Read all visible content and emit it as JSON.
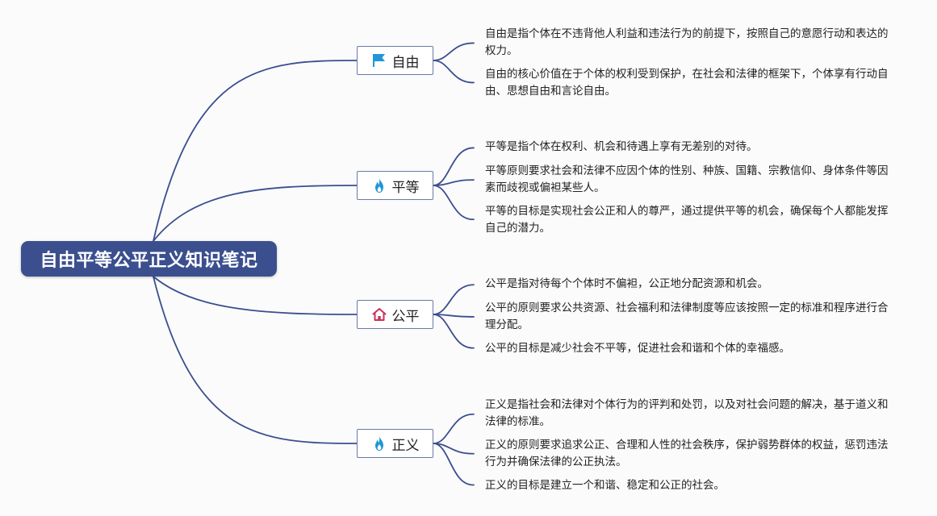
{
  "root": {
    "title": "自由平等公平正义知识笔记"
  },
  "colors": {
    "root_fill": "#3b4f8f",
    "link_stroke": "#3b4f8f",
    "branch_border": "#6b7aa8",
    "flag_icon": "#2196d8",
    "flame_icon": "#2196d8",
    "house_icon": "#c8325a"
  },
  "branches": [
    {
      "label": "自由",
      "icon": "flag-icon",
      "notes": [
        "自由是指个体在不违背他人利益和违法行为的前提下，按照自己的意愿行动和表达的权力。",
        "自由的核心价值在于个体的权利受到保护，在社会和法律的框架下，个体享有行动自由、思想自由和言论自由。"
      ]
    },
    {
      "label": "平等",
      "icon": "flame-icon",
      "notes": [
        "平等是指个体在权利、机会和待遇上享有无差别的对待。",
        "平等原则要求社会和法律不应因个体的性别、种族、国籍、宗教信仰、身体条件等因素而歧视或偏袒某些人。",
        "平等的目标是实现社会公正和人的尊严，通过提供平等的机会，确保每个人都能发挥自己的潜力。"
      ]
    },
    {
      "label": "公平",
      "icon": "house-icon",
      "notes": [
        "公平是指对待每个个体时不偏袒，公正地分配资源和机会。",
        "公平的原则要求公共资源、社会福利和法律制度等应该按照一定的标准和程序进行合理分配。",
        "公平的目标是减少社会不平等，促进社会和谐和个体的幸福感。"
      ]
    },
    {
      "label": "正义",
      "icon": "flame-icon",
      "notes": [
        "正义是指社会和法律对个体行为的评判和处罚，以及对社会问题的解决，基于道义和法律的标准。",
        "正义的原则要求追求公正、合理和人性的社会秩序，保护弱势群体的权益，惩罚违法行为并确保法律的公正执法。",
        "正义的目标是建立一个和谐、稳定和公正的社会。"
      ]
    }
  ]
}
